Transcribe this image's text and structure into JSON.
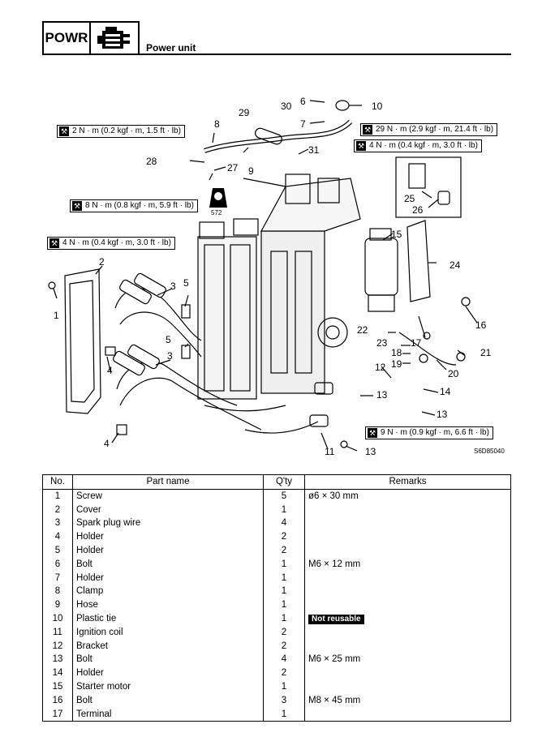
{
  "header": {
    "section_code": "POWR",
    "icon": "power-unit-icon",
    "title": "Power unit"
  },
  "diagram": {
    "code": "S6D85040",
    "torque_specs": [
      "2 N · m (0.2 kgf · m, 1.5 ft · lb)",
      "29 N · m (2.9 kgf · m, 21.4 ft · lb)",
      "4 N · m (0.4 kgf · m, 3.0 ft · lb)",
      "8 N · m (0.8 kgf · m, 5.9 ft · lb)",
      "4 N · m (0.4 kgf · m, 3.0 ft · lb)",
      "9 N · m (0.9 kgf · m, 6.6 ft · lb)"
    ],
    "sealant_code": "572",
    "callouts": [
      "1",
      "2",
      "3",
      "3",
      "4",
      "4",
      "5",
      "5",
      "6",
      "7",
      "8",
      "9",
      "10",
      "11",
      "12",
      "13",
      "13",
      "13",
      "14",
      "15",
      "16",
      "17",
      "18",
      "19",
      "20",
      "21",
      "22",
      "23",
      "24",
      "25",
      "26",
      "27",
      "28",
      "29",
      "30",
      "31"
    ]
  },
  "table": {
    "headers": {
      "no": "No.",
      "part_name": "Part name",
      "qty": "Q'ty",
      "remarks": "Remarks"
    },
    "rows": [
      {
        "no": "1",
        "part_name": "Screw",
        "qty": "5",
        "remarks": "ø6 × 30 mm"
      },
      {
        "no": "2",
        "part_name": "Cover",
        "qty": "1",
        "remarks": ""
      },
      {
        "no": "3",
        "part_name": "Spark plug wire",
        "qty": "4",
        "remarks": ""
      },
      {
        "no": "4",
        "part_name": "Holder",
        "qty": "2",
        "remarks": ""
      },
      {
        "no": "5",
        "part_name": "Holder",
        "qty": "2",
        "remarks": ""
      },
      {
        "no": "6",
        "part_name": "Bolt",
        "qty": "1",
        "remarks": "M6 × 12 mm"
      },
      {
        "no": "7",
        "part_name": "Holder",
        "qty": "1",
        "remarks": ""
      },
      {
        "no": "8",
        "part_name": "Clamp",
        "qty": "1",
        "remarks": ""
      },
      {
        "no": "9",
        "part_name": "Hose",
        "qty": "1",
        "remarks": ""
      },
      {
        "no": "10",
        "part_name": "Plastic tie",
        "qty": "1",
        "remarks": "",
        "badge": "Not reusable"
      },
      {
        "no": "11",
        "part_name": "Ignition coil",
        "qty": "2",
        "remarks": ""
      },
      {
        "no": "12",
        "part_name": "Bracket",
        "qty": "2",
        "remarks": ""
      },
      {
        "no": "13",
        "part_name": "Bolt",
        "qty": "4",
        "remarks": "M6 × 25 mm"
      },
      {
        "no": "14",
        "part_name": "Holder",
        "qty": "2",
        "remarks": ""
      },
      {
        "no": "15",
        "part_name": "Starter motor",
        "qty": "1",
        "remarks": ""
      },
      {
        "no": "16",
        "part_name": "Bolt",
        "qty": "3",
        "remarks": "M8 × 45 mm"
      },
      {
        "no": "17",
        "part_name": "Terminal",
        "qty": "1",
        "remarks": ""
      }
    ]
  }
}
